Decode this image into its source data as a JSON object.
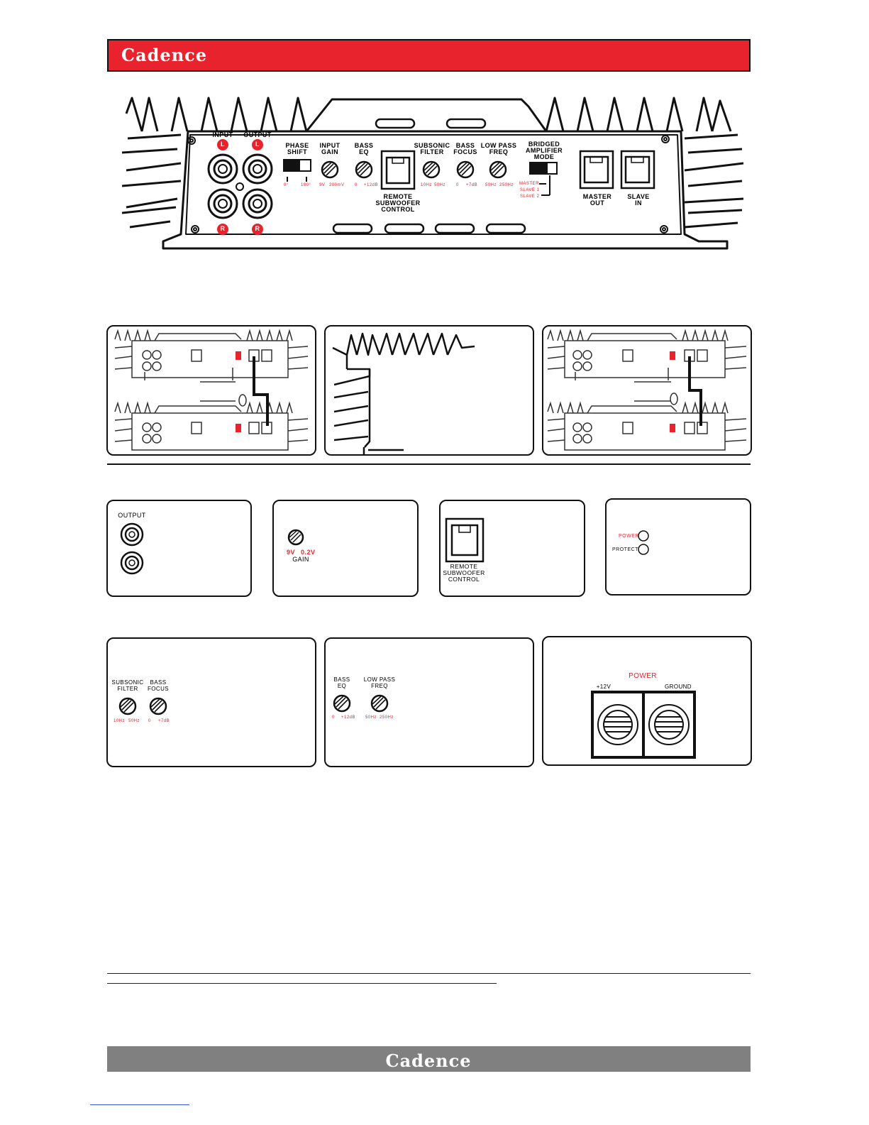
{
  "brand": {
    "name": "Cadence",
    "header_color": "#e8232e",
    "footer_color": "#808080"
  },
  "panel": {
    "input_label": "INPUT",
    "output_label": "OUTPUT",
    "channel_left": "L",
    "channel_right": "R",
    "phase": {
      "label": "PHASE\nSHIFT",
      "min": "0°",
      "max": "180°"
    },
    "gain": {
      "label": "INPUT\nGAIN",
      "min": "9V",
      "max": "200mV"
    },
    "bass_eq": {
      "label": "BASS\nEQ",
      "min": "0",
      "max": "+12dB"
    },
    "remote": {
      "label": "REMOTE\nSUBWOOFER\nCONTROL"
    },
    "subsonic": {
      "label": "SUBSONIC\nFILTER",
      "min": "10Hz",
      "max": "50Hz"
    },
    "bass_focus": {
      "label": "BASS\nFOCUS",
      "min": "0",
      "max": "+7dB"
    },
    "low_pass": {
      "label": "LOW PASS\nFREQ",
      "min": "50Hz",
      "max": "250Hz"
    },
    "bridged": {
      "label": "BRIDGED\nAMPLIFIER\nMODE",
      "opt1": "MASTER",
      "opt2": "SLAVE 1",
      "opt3": "SLAVE 2"
    },
    "master_out": "MASTER\nOUT",
    "slave_in": "SLAVE\nIN"
  },
  "details": {
    "output_label": "OUTPUT",
    "gain_min": "9V",
    "gain_max": "0.2V",
    "gain_label": "GAIN",
    "remote_label": "REMOTE\nSUBWOOFER\nCONTROL",
    "led_power": "POWER",
    "led_protect": "PROTECT",
    "subsonic_label": "SUBSONIC\nFILTER",
    "focus_label": "BASS\nFOCUS",
    "subsonic_min": "10Hz",
    "subsonic_max": "50Hz",
    "focus_min": "0",
    "focus_max": "+7dB",
    "basseq_label": "BASS\nEQ",
    "lowpass_label": "LOW PASS\nFREQ",
    "basseq_min": "0",
    "basseq_max": "+12dB",
    "lowpass_min": "50Hz",
    "lowpass_max": "250Hz",
    "power_title": "POWER",
    "power_pos": "+12V",
    "power_gnd": "GROUND"
  }
}
